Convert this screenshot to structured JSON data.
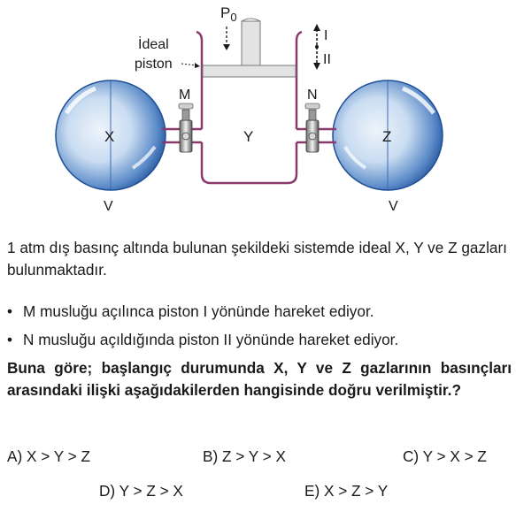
{
  "figure": {
    "pressure_label": "P",
    "pressure_subscript": "0",
    "piston_label_line1": "İdeal",
    "piston_label_line2": "piston",
    "direction_up": "I",
    "direction_down": "II",
    "valve_left": "M",
    "valve_right": "N",
    "gas_left": "X",
    "gas_center": "Y",
    "gas_right": "Z",
    "volume_left": "V",
    "volume_right": "V",
    "colors": {
      "tube": "#8b3a6b",
      "bulb_light": "#dfeaf7",
      "bulb_dark": "#2c5fa8",
      "piston": "#e3e3e3"
    }
  },
  "question": {
    "intro": "1 atm dış basınç altında bulunan şekildeki sistemde ideal X, Y ve Z gazları bulunmaktadır.",
    "bullets": [
      "M musluğu açılınca piston I yönünde hareket ediyor.",
      "N musluğu açıldığında piston II yönünde hareket ediyor."
    ],
    "prompt": "Buna göre; başlangıç durumunda X, Y ve Z gazlarının basınçları arasındaki ilişki aşağıdakilerden hangisinde doğru verilmiştir.?",
    "options": {
      "A": "A) X > Y > Z",
      "B": "B) Z > Y > X",
      "C": "C) Y > X > Z",
      "D": "D) Y > Z > X",
      "E": "E) X > Z > Y"
    }
  }
}
